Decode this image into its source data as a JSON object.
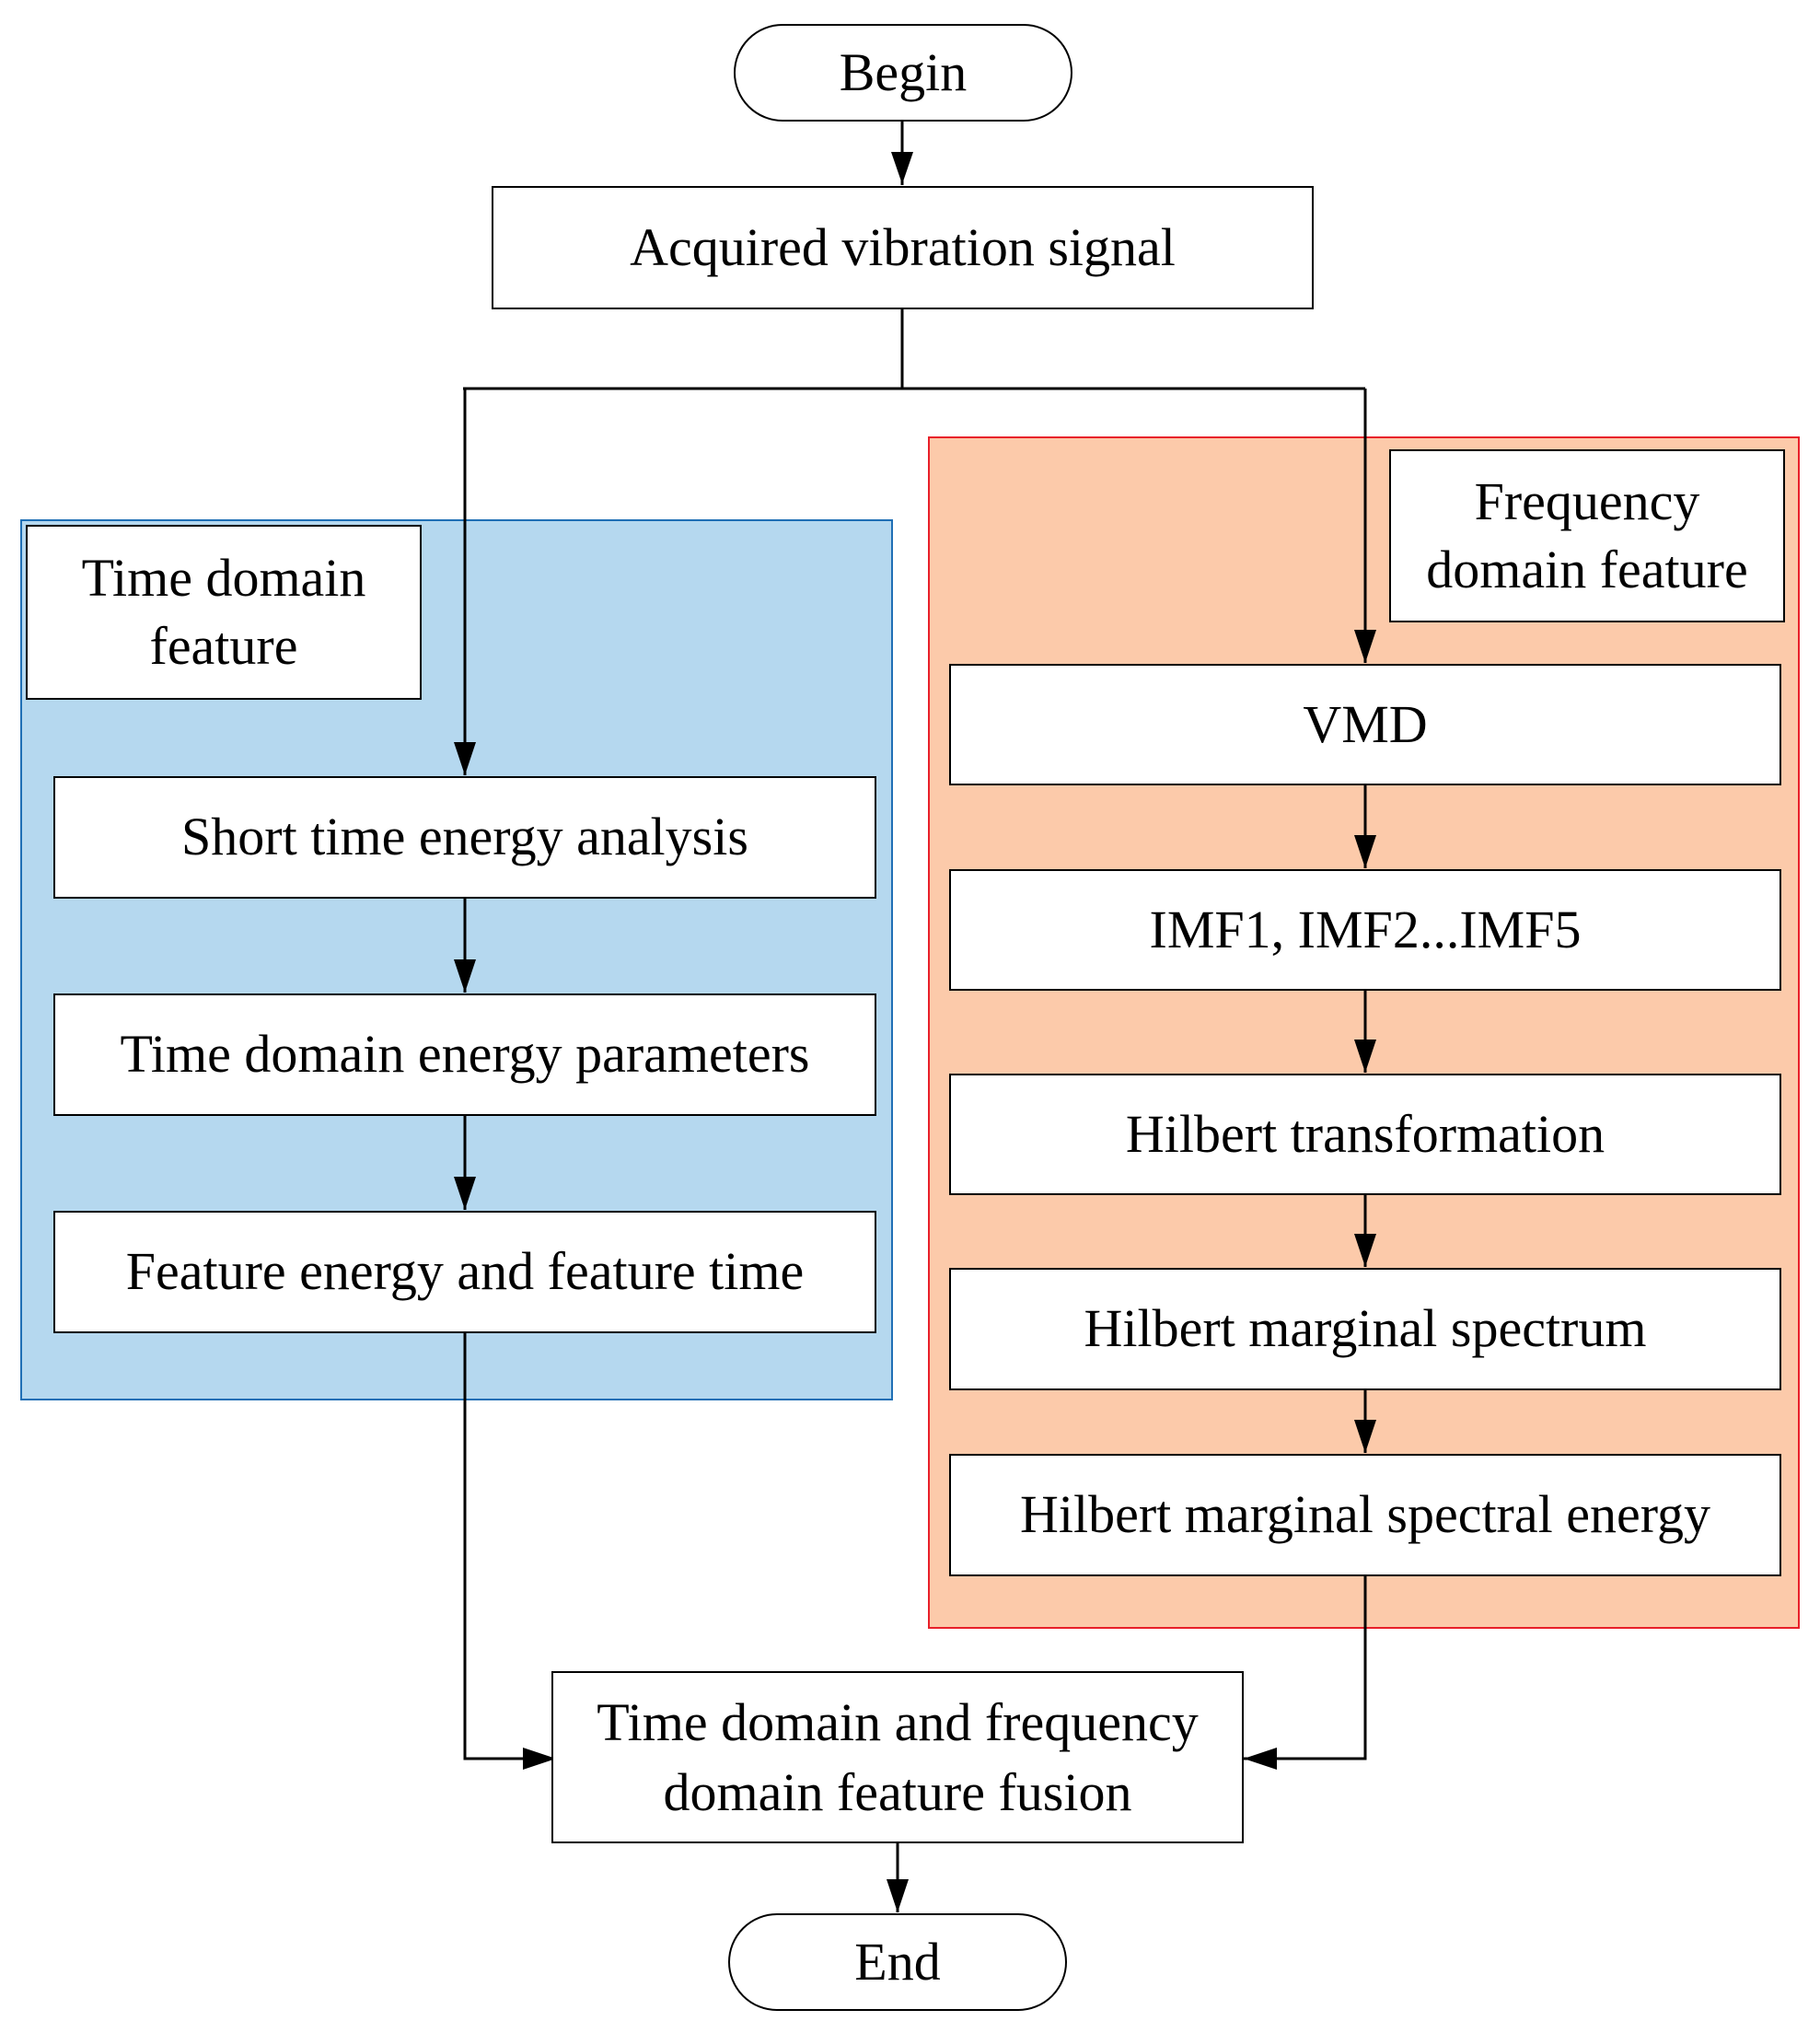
{
  "colors": {
    "time_panel_fill": "#b5d8ef",
    "time_panel_border": "#1f6fb5",
    "freq_panel_fill": "#fccaaa",
    "freq_panel_border": "#e8202a",
    "line": "#000000"
  },
  "flowchart": {
    "begin": "Begin",
    "acquired": "Acquired vibration signal",
    "time_domain": {
      "heading": "Time domain\nfeature",
      "steps": [
        "Short time energy analysis",
        "Time domain energy parameters",
        "Feature energy and feature time"
      ]
    },
    "frequency_domain": {
      "heading": "Frequency\ndomain feature",
      "steps": [
        "VMD",
        "IMF1, IMF2...IMF5",
        "Hilbert transformation",
        "Hilbert marginal spectrum",
        "Hilbert marginal spectral energy"
      ]
    },
    "fusion": "Time domain and frequency\ndomain feature fusion",
    "end": "End"
  }
}
